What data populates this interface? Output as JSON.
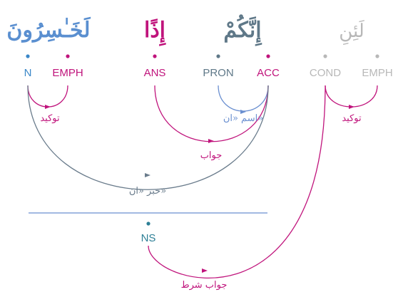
{
  "words": [
    {
      "text": "لَخَـٰسِرُونَ",
      "color": "#5a8fd0"
    },
    {
      "text": "إِذًا",
      "color": "#c0147c"
    },
    {
      "text": "إِنَّكُمْ",
      "color": "#5f7888"
    },
    {
      "text": "لَئِنِ",
      "color": "#b8b8b8"
    }
  ],
  "tags": [
    {
      "text": "N",
      "color": "#3a87c8"
    },
    {
      "text": "EMPH",
      "color": "#c0147c"
    },
    {
      "text": "ANS",
      "color": "#c0147c"
    },
    {
      "text": "PRON",
      "color": "#5f7888"
    },
    {
      "text": "ACC",
      "color": "#c0147c"
    },
    {
      "text": "COND",
      "color": "#b8b8b8"
    },
    {
      "text": "EMPH",
      "color": "#b8b8b8"
    }
  ],
  "relations": [
    {
      "label": "توكيد",
      "color": "#c0147c"
    },
    {
      "label": "اسم «ان»",
      "color": "#6a8fd0"
    },
    {
      "label": "توكيد",
      "color": "#c0147c"
    },
    {
      "label": "جواب",
      "color": "#c0147c"
    },
    {
      "label": "خبر «ان»",
      "color": "#6a7c8c"
    },
    {
      "label": "جواب شرط",
      "color": "#c0147c"
    }
  ],
  "node": {
    "text": "NS",
    "color": "#2d7f96"
  },
  "separator_color": "#6a8fd0"
}
